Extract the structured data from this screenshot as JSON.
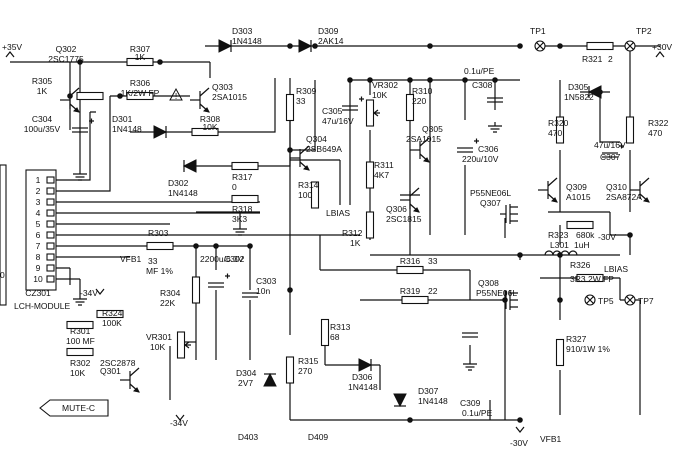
{
  "nets": [
    "+35V",
    "+30V",
    "-34V",
    "-30V",
    "LBIAS",
    "VFB1",
    "MUTE-C"
  ],
  "test_points": [
    "TP1",
    "TP2",
    "TP5",
    "TP7"
  ],
  "module": {
    "ref": "CZ301",
    "name": "LCH-MODULE",
    "pins": [
      "1",
      "2",
      "3",
      "4",
      "5",
      "6",
      "7",
      "8",
      "9",
      "10"
    ],
    "edge_digit": "0"
  },
  "transistors": [
    {
      "ref": "Q302",
      "part": "2SC1775"
    },
    {
      "ref": "Q303",
      "part": "2SA1015"
    },
    {
      "ref": "Q304",
      "part": "2SB649A"
    },
    {
      "ref": "Q305",
      "part": "2SA1015"
    },
    {
      "ref": "Q306",
      "part": "2SC1815"
    },
    {
      "ref": "Q307",
      "part": "P55NE06L"
    },
    {
      "ref": "Q308",
      "part": "P55NE06L"
    },
    {
      "ref": "Q309",
      "part": "A1015"
    },
    {
      "ref": "Q310",
      "part": "2SA872A"
    },
    {
      "ref": "Q301",
      "part": "2SC2878"
    }
  ],
  "resistors": [
    {
      "ref": "R307",
      "value": "1K"
    },
    {
      "ref": "R305",
      "value": "1K"
    },
    {
      "ref": "R306",
      "value": "1K/2W FP"
    },
    {
      "ref": "R308",
      "value": "10K"
    },
    {
      "ref": "R309",
      "value": "33"
    },
    {
      "ref": "R310",
      "value": "220"
    },
    {
      "ref": "R311",
      "value": "4K7"
    },
    {
      "ref": "R312",
      "value": "1K"
    },
    {
      "ref": "R314",
      "value": "100"
    },
    {
      "ref": "R317",
      "value": "0"
    },
    {
      "ref": "R318",
      "value": "3K3"
    },
    {
      "ref": "R303",
      "value": "33"
    },
    {
      "ref": "R304",
      "value": "22K"
    },
    {
      "ref": "R316",
      "value": "33"
    },
    {
      "ref": "R319",
      "value": "22"
    },
    {
      "ref": "R313",
      "value": "68"
    },
    {
      "ref": "R315",
      "value": "270"
    },
    {
      "ref": "R321",
      "value": "2"
    },
    {
      "ref": "R320",
      "value": "470"
    },
    {
      "ref": "R322",
      "value": "470"
    },
    {
      "ref": "R323",
      "value": "680k"
    },
    {
      "ref": "R326",
      "value": "3R3"
    },
    {
      "ref": "R327",
      "value": "910/1W 1%"
    },
    {
      "ref": "R324",
      "value": "100K"
    },
    {
      "ref": "R301",
      "value": "100 MF"
    },
    {
      "ref": "R302",
      "value": "10K"
    }
  ],
  "pots": [
    {
      "ref": "VR302",
      "value": "10K"
    },
    {
      "ref": "VR301",
      "value": "10K"
    }
  ],
  "capacitors": [
    {
      "ref": "C304",
      "value": "100u/35V"
    },
    {
      "ref": "C305",
      "value": "47u/16V"
    },
    {
      "ref": "C308",
      "value": "0.1u/PE"
    },
    {
      "ref": "C306",
      "value": "220u/10V"
    },
    {
      "ref": "C307",
      "value": "47u/16V"
    },
    {
      "ref": "C302",
      "value": "2200u/6.3V"
    },
    {
      "ref": "C303",
      "value": "10n"
    },
    {
      "ref": "C309",
      "value": "0.1u/PE"
    }
  ],
  "diodes": [
    {
      "ref": "D303",
      "part": "1N4148"
    },
    {
      "ref": "D309",
      "part": "2AK14"
    },
    {
      "ref": "D301",
      "part": "1N4148"
    },
    {
      "ref": "D302",
      "part": "1N4148"
    },
    {
      "ref": "D305",
      "part": "1N5822"
    },
    {
      "ref": "D304",
      "part": "2V7"
    },
    {
      "ref": "D306",
      "part": "1N4148"
    },
    {
      "ref": "D307",
      "part": "1N4148"
    }
  ],
  "inductor": {
    "ref": "L301",
    "value": "1uH"
  },
  "misc": {
    "mf": "MF 1%",
    "r326_power": "2W FP",
    "d403": "D403",
    "d409": "D409",
    "warning": "!"
  }
}
